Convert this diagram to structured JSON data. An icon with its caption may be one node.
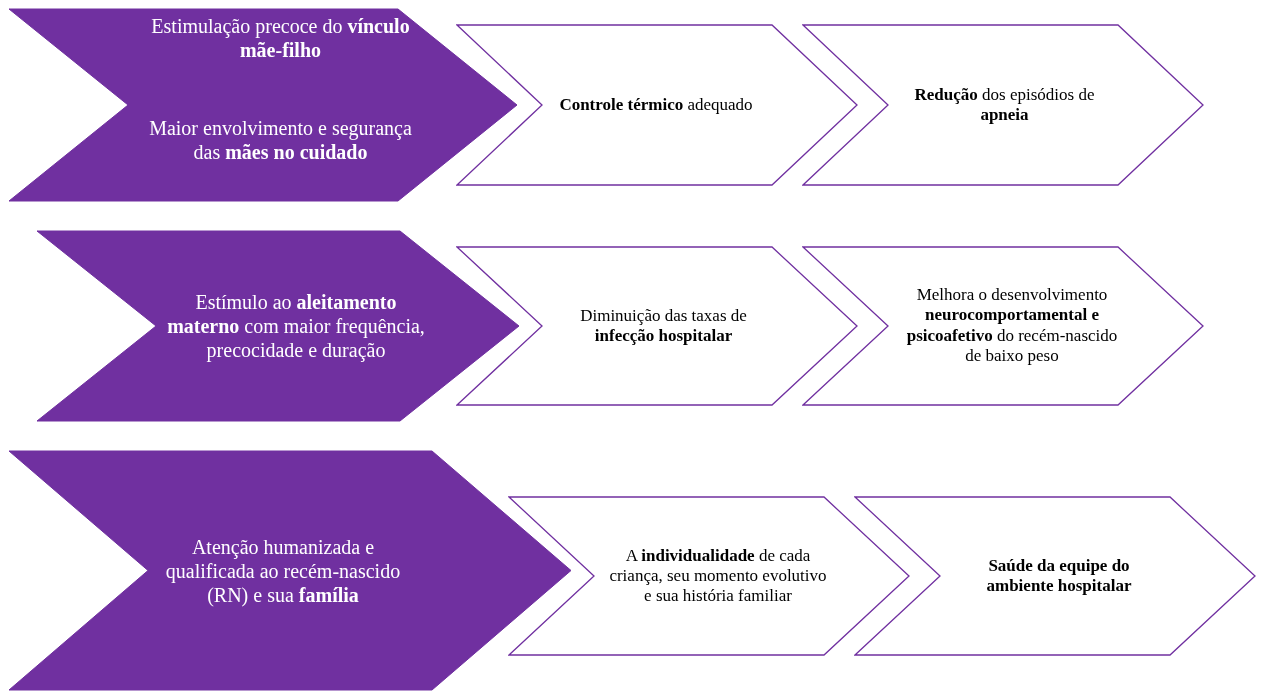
{
  "diagram": {
    "nodes": [
      {
        "text": [
          "Estimulação precoce do **vínculo mãe-filho**",
          "Maior envolvimento e segurança das **mães no cuidado**"
        ]
      },
      {
        "text": [
          "**Controle térmico** adequado"
        ]
      },
      {
        "text": [
          "**Redução** dos episódios de **apneia**"
        ]
      },
      {
        "text": [
          "Estímulo ao **aleitamento materno** com maior frequência, precocidade e duração"
        ]
      },
      {
        "text": [
          "Diminuição das taxas de **infecção hospitalar**"
        ]
      },
      {
        "text": [
          "Melhora o desenvolvimento **neurocomportamental e psicoafetivo** do recém-nascido de baixo peso"
        ]
      },
      {
        "text": [
          "Atenção humanizada e qualificada ao recém-nascido (RN) e sua **família**"
        ]
      },
      {
        "text": [
          "A **individualidade** de cada criança, seu momento evolutivo e sua história familiar"
        ]
      },
      {
        "text": [
          "Saúde da equipe do ambiente hospitalar"
        ]
      }
    ]
  }
}
